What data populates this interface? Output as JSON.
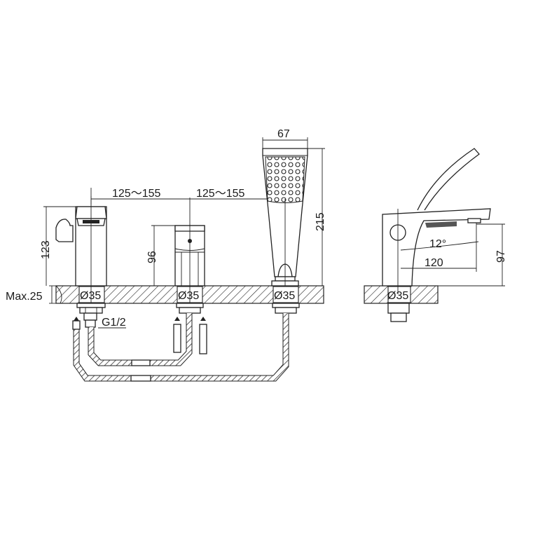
{
  "drawing": {
    "type": "technical-drawing",
    "subject": "3-hole deck-mounted bath mixer with hand shower",
    "views": [
      "front-elevation",
      "side-elevation"
    ]
  },
  "dimensions": {
    "spacing_left": "125～155",
    "spacing_right": "125～155",
    "handle_height": "123",
    "spout_body_height": "96",
    "shower_width": "67",
    "shower_height": "215",
    "deck_thickness": "Max.25",
    "hole_diameter_1": "Ø35",
    "hole_diameter_2": "Ø35",
    "hole_diameter_3": "Ø35",
    "hole_diameter_side": "Ø35",
    "thread": "G1/2",
    "spout_angle": "12°",
    "spout_reach": "120",
    "spout_height": "97"
  },
  "colors": {
    "line": "#222222",
    "background": "#ffffff"
  }
}
